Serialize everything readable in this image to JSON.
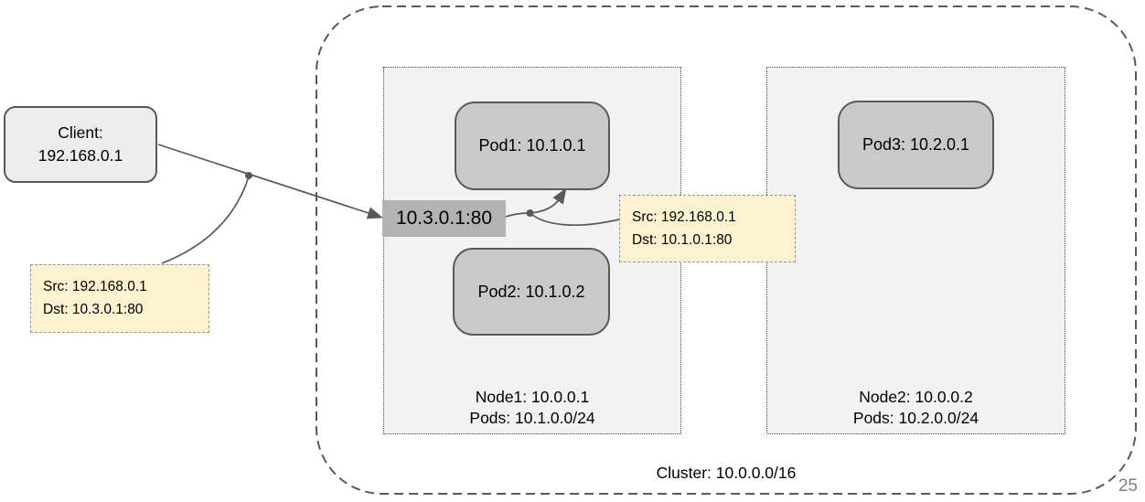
{
  "client": {
    "line1": "Client:",
    "line2": "192.168.0.1"
  },
  "service": {
    "label": "10.3.0.1:80"
  },
  "notes": {
    "outside": {
      "src": "Src: 192.168.0.1",
      "dst": "Dst: 10.3.0.1:80"
    },
    "inside": {
      "src": "Src: 192.168.0.1",
      "dst": "Dst: 10.1.0.1:80"
    }
  },
  "cluster": {
    "label": "Cluster: 10.0.0.0/16",
    "nodes": [
      {
        "label": "Node1: 10.0.0.1",
        "pods_label": "Pods: 10.1.0.0/24",
        "pods": [
          {
            "label": "Pod1: 10.1.0.1"
          },
          {
            "label": "Pod2: 10.1.0.2"
          }
        ]
      },
      {
        "label": "Node2: 10.0.0.2",
        "pods_label": "Pods: 10.2.0.0/24",
        "pods": [
          {
            "label": "Pod3: 10.2.0.1"
          }
        ]
      }
    ]
  },
  "page": {
    "number": "25"
  },
  "colors": {
    "client_fill": "#ececec",
    "pod_fill": "#c9c9c9",
    "service_fill": "#b3b3b3",
    "node_fill": "#f2f2f2",
    "note_fill": "#fdf2cf",
    "line": "#595959",
    "page_number": "#808080"
  }
}
